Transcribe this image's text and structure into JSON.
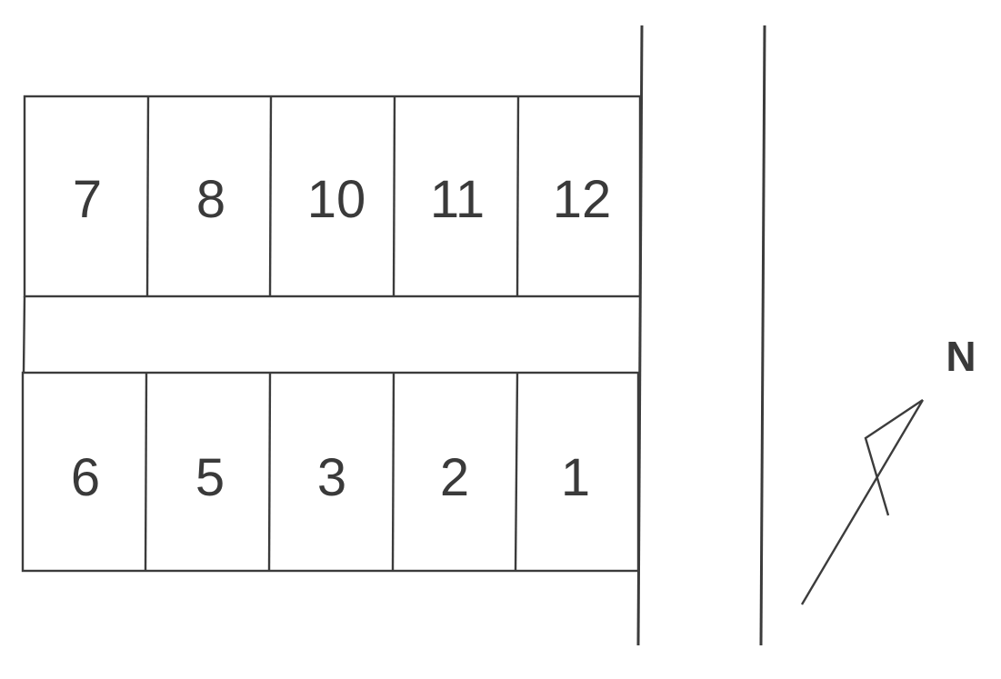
{
  "north_row_lots": [
    "7",
    "8",
    "10",
    "11",
    "12"
  ],
  "south_row_lots": [
    "6",
    "5",
    "3",
    "2",
    "1"
  ],
  "compass": {
    "label": "N",
    "arrow_icon": "north-arrow-icon"
  },
  "colors": {
    "ink": "#3c3c3c",
    "background": "#ffffff"
  }
}
